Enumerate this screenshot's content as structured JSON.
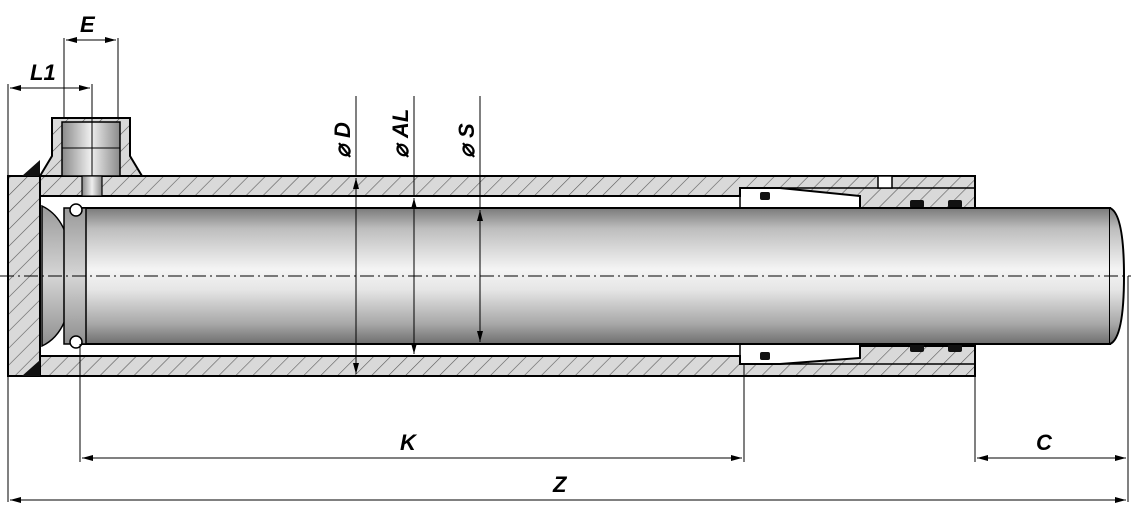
{
  "labels": {
    "L1": "L1",
    "E": "E",
    "D": "D",
    "AL": "AL",
    "S": "S",
    "K": "K",
    "Z": "Z",
    "C": "C",
    "diameter_symbol": "⌀"
  },
  "colors": {
    "hatch_fill": "#d6d6d6",
    "hatch_line": "#555555",
    "rod_light": "#f2f2f2",
    "rod_dark": "#8a8a8a",
    "outline": "#000000"
  }
}
